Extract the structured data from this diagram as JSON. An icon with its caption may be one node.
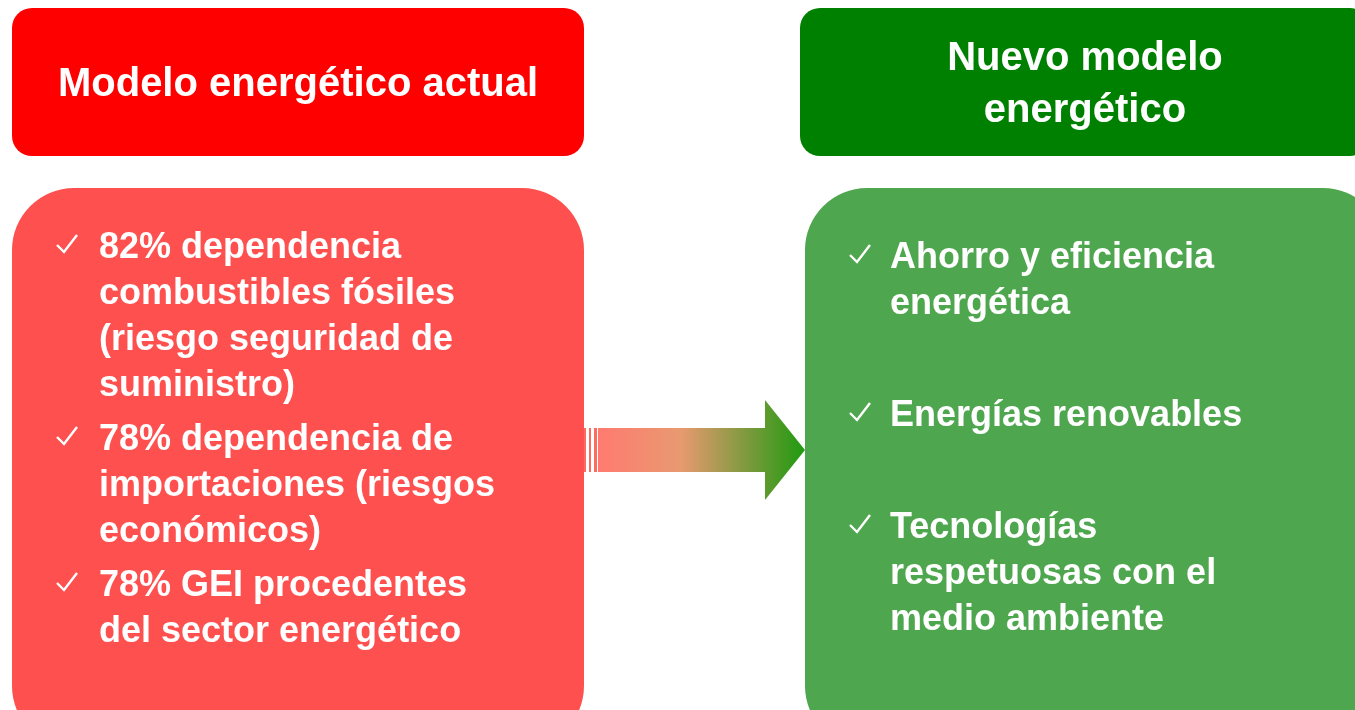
{
  "diagram": {
    "nodes": [
      {
        "text": [
          "Modelo energético actual"
        ]
      },
      {
        "text": [
          "82% dependencia combustibles fósiles (riesgo seguridad de suministro)",
          "78% dependencia de importaciones (riesgos económicos)",
          "78% GEI procedentes del sector energético"
        ]
      },
      {
        "text": [
          "Nuevo modelo energético"
        ]
      },
      {
        "text": [
          "Ahorro y eficiencia energética",
          "Energías renovables",
          "Tecnologías respetuosas con el medio ambiente"
        ]
      }
    ],
    "edges": [
      {
        "from": 1,
        "to": 3,
        "arrow": "to"
      }
    ]
  }
}
